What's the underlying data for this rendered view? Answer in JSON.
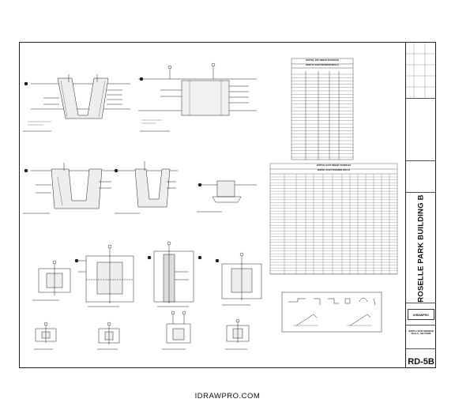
{
  "title_block": {
    "project_name": "ROSELLE PARK BUILDING B",
    "sheet_title": "NORTH / EAST INTERIOR WALLS - SECTIONS",
    "sheet_number": "RD-5B",
    "logo_text": "iDRAWPRO"
  },
  "schedules": {
    "small_title": "PARTIAL RYE REBAR SCHEDULE",
    "small_subtitle": "NORTH / EAST INTERIOR WALLS",
    "large_title": "PARTIAL EAST REBAR SCHEDULE",
    "large_subtitle": "NORTH / EAST INTERIOR WALLS"
  },
  "footer": {
    "watermark": "IDRAWPRO.COM"
  }
}
